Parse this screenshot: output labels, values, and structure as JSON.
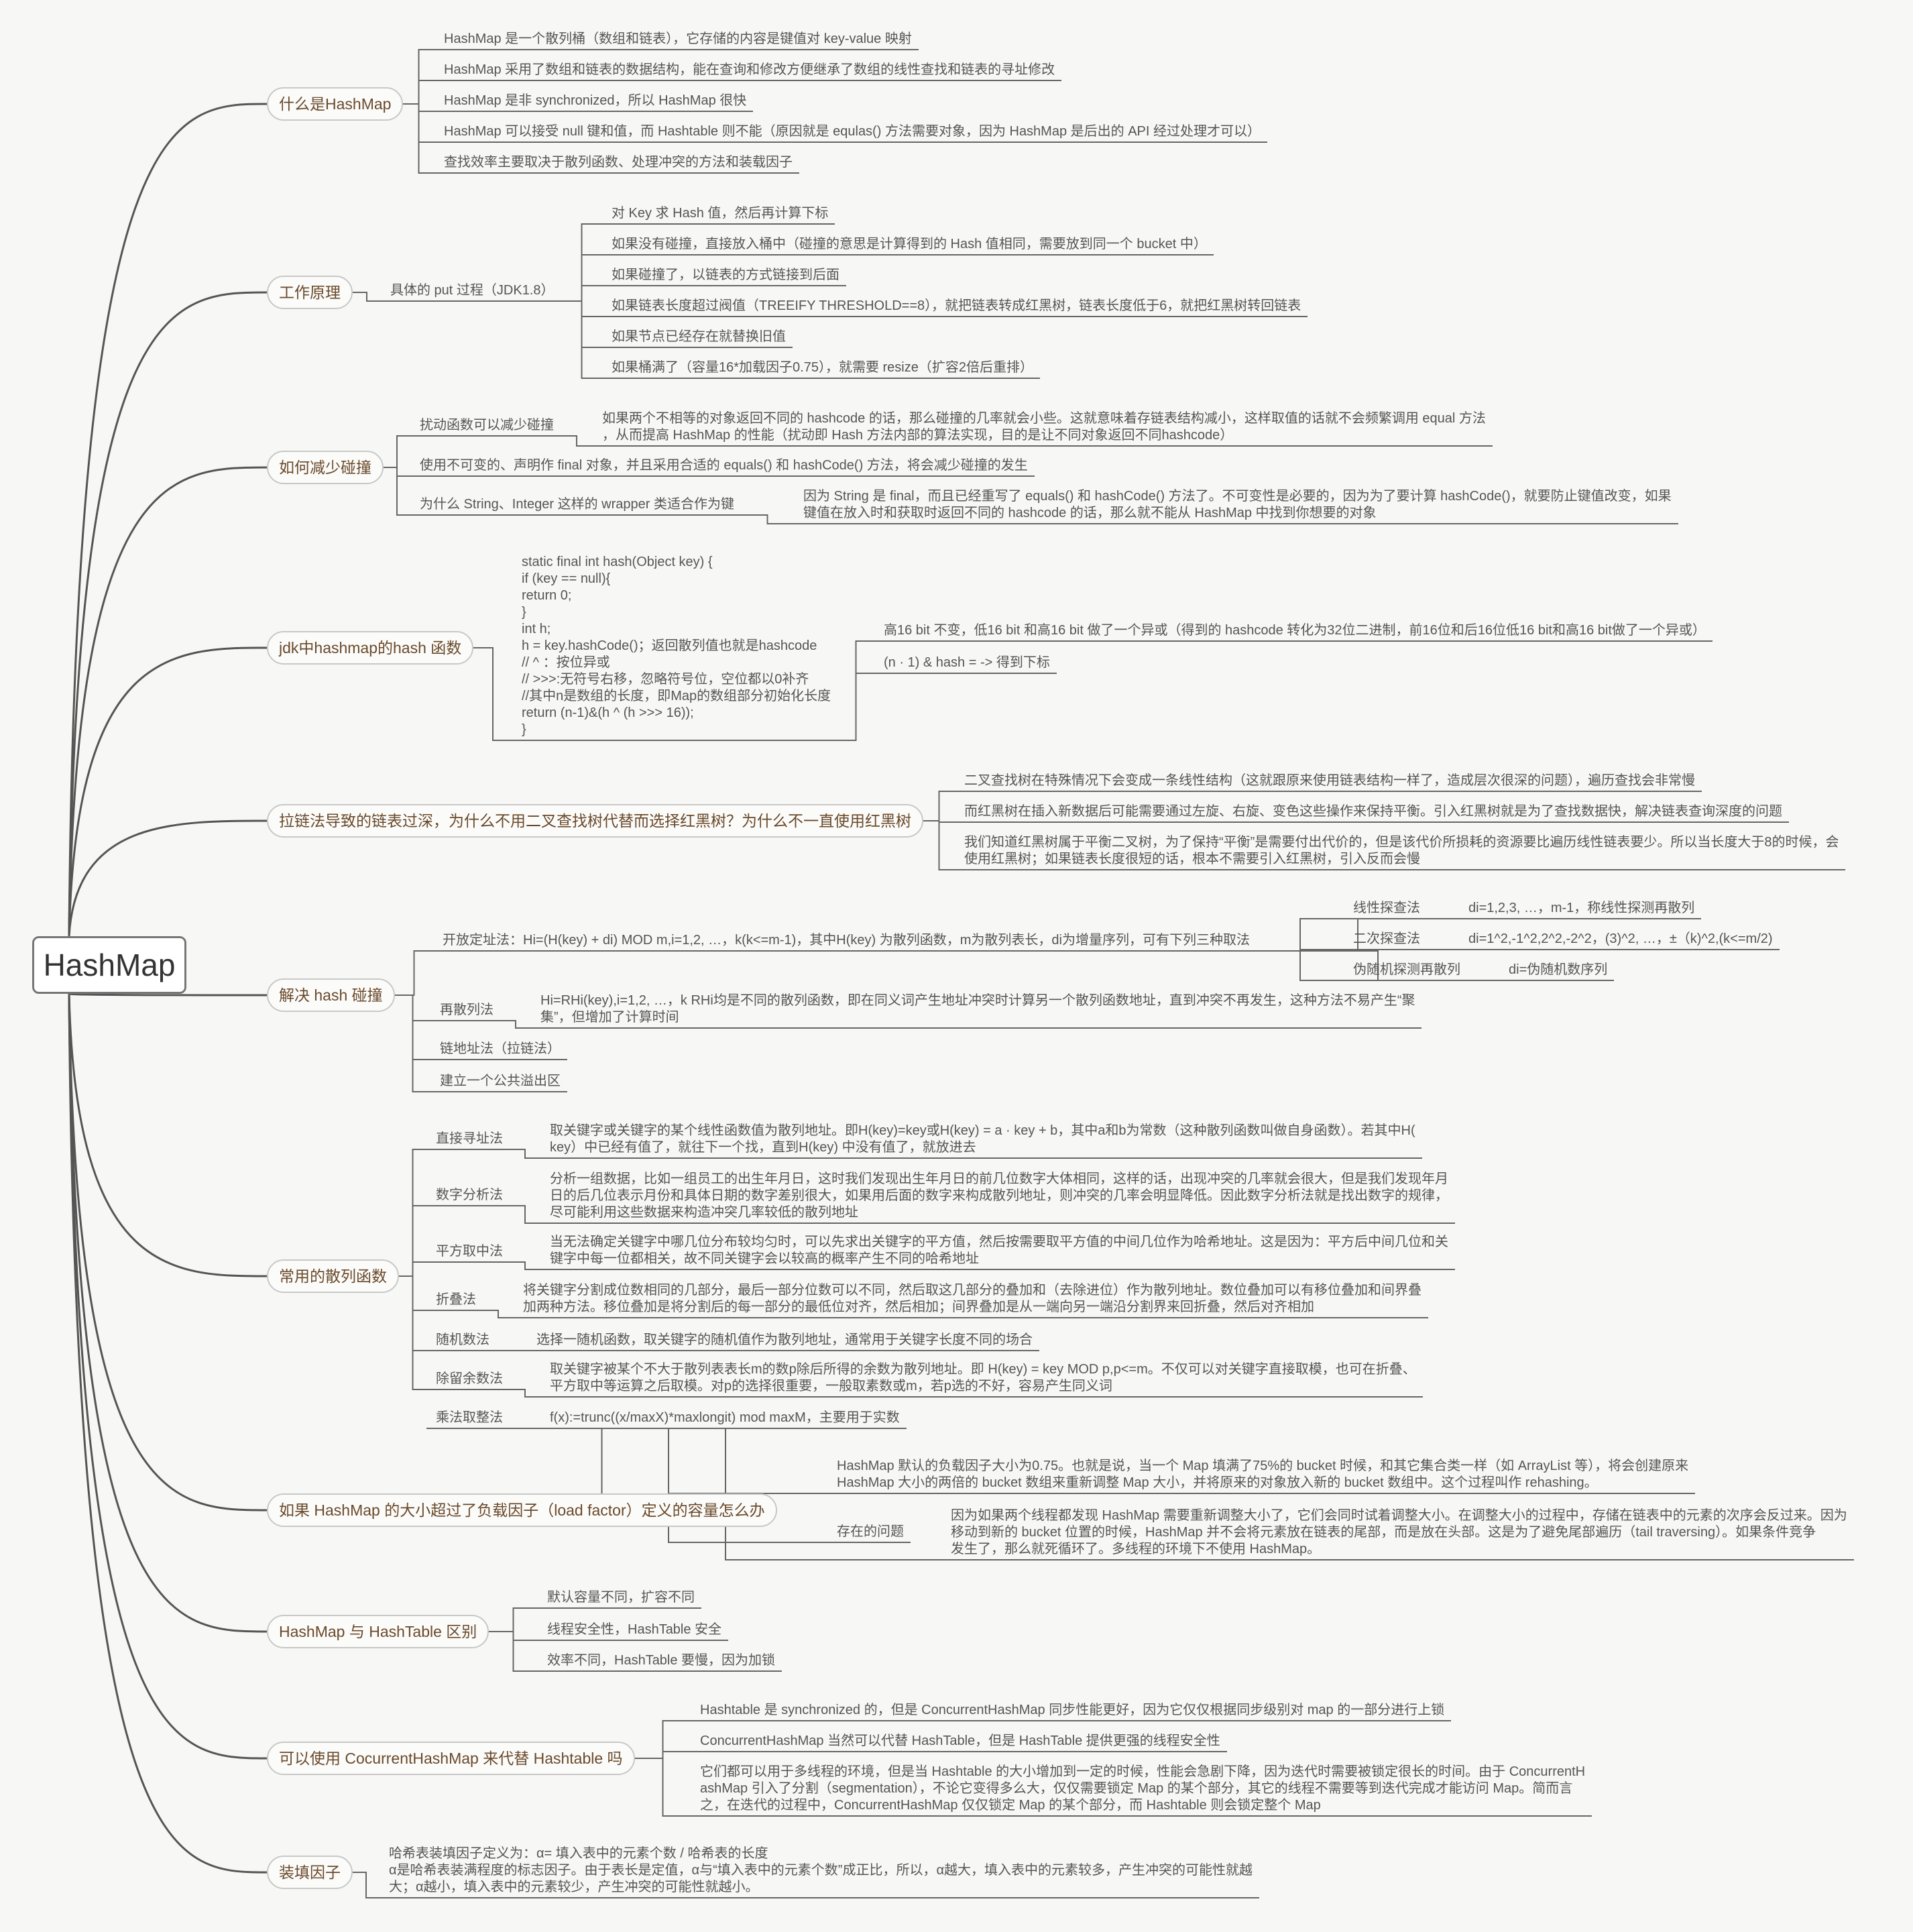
{
  "root": "HashMap",
  "branches": [
    {
      "label": "什么是HashMap",
      "children": [
        "HashMap 是一个散列桶（数组和链表），它存储的内容是键值对 key-value 映射",
        "HashMap 采用了数组和链表的数据结构，能在查询和修改方便继承了数组的线性查找和链表的寻址修改",
        "HashMap 是非 synchronized，所以 HashMap 很快",
        "HashMap 可以接受 null 键和值，而 Hashtable 则不能（原因就是 equlas() 方法需要对象，因为 HashMap 是后出的 API 经过处理才可以）",
        "查找效率主要取决于散列函数、处理冲突的方法和装载因子"
      ]
    },
    {
      "label": "工作原理",
      "sub": "具体的 put 过程（JDK1.8）",
      "children": [
        "对 Key 求 Hash 值，然后再计算下标",
        "如果没有碰撞，直接放入桶中（碰撞的意思是计算得到的 Hash 值相同，需要放到同一个 bucket 中）",
        "如果碰撞了，以链表的方式链接到后面",
        "如果链表长度超过阀值（TREEIFY THRESHOLD==8），就把链表转成红黑树，链表长度低于6，就把红黑树转回链表",
        "如果节点已经存在就替换旧值",
        "如果桶满了（容量16*加载因子0.75），就需要 resize（扩容2倍后重排）"
      ]
    },
    {
      "label": "如何减少碰撞",
      "children": [
        {
          "text": "扰动函数可以减少碰撞",
          "detail": "如果两个不相等的对象返回不同的 hashcode 的话，那么碰撞的几率就会小些。这就意味着存链表结构减小，这样取值的话就不会频繁调用 equal 方法\n，从而提高 HashMap 的性能（扰动即 Hash 方法内部的算法实现，目的是让不同对象返回不同hashcode）"
        },
        {
          "text": "使用不可变的、声明作 final 对象，并且采用合适的 equals() 和 hashCode() 方法，将会减少碰撞的发生"
        },
        {
          "text": "为什么 String、Integer 这样的 wrapper 类适合作为键",
          "detail": "因为 String 是 final，而且已经重写了 equals() 和 hashCode() 方法了。不可变性是必要的，因为为了要计算 hashCode()，就要防止键值改变，如果\n键值在放入时和获取时返回不同的 hashcode 的话，那么就不能从 HashMap 中找到你想要的对象"
        }
      ]
    },
    {
      "label": "jdk中hashmap的hash 函数",
      "code": "static final int hash(Object key) {\nif (key == null){\nreturn 0;\n}\nint h;\nh = key.hashCode()；返回散列值也就是hashcode\n// ^ ：按位异或\n// >>>:无符号右移，忽略符号位，空位都以0补齐\n//其中n是数组的长度，即Map的数组部分初始化长度\nreturn (n-1)&(h ^ (h >>> 16));\n}",
      "children": [
        "高16 bit 不变，低16 bit 和高16 bit 做了一个异或（得到的 hashcode 转化为32位二进制，前16位和后16位低16 bit和高16 bit做了一个异或）",
        "(n · 1) & hash = -> 得到下标"
      ]
    },
    {
      "label": "拉链法导致的链表过深，为什么不用二叉查找树代替而选择红黑树？为什么不一直使用红黑树",
      "children": [
        "二叉查找树在特殊情况下会变成一条线性结构（这就跟原来使用链表结构一样了，造成层次很深的问题），遍历查找会非常慢",
        "而红黑树在插入新数据后可能需要通过左旋、右旋、变色这些操作来保持平衡。引入红黑树就是为了查找数据快，解决链表查询深度的问题",
        "我们知道红黑树属于平衡二叉树，为了保持“平衡”是需要付出代价的，但是该代价所损耗的资源要比遍历线性链表要少。所以当长度大于8的时候，会\n使用红黑树；如果链表长度很短的话，根本不需要引入红黑树，引入反而会慢"
      ]
    },
    {
      "label": "解决 hash 碰撞",
      "open": {
        "text": "开放定址法：Hi=(H(key) + di) MOD m,i=1,2, …，k(k<=m-1)，其中H(key) 为散列函数，m为散列表长，di为增量序列，可有下列三种取法",
        "items": [
          [
            "线性探查法",
            "di=1,2,3, …，m-1，称线性探测再散列"
          ],
          [
            "二次探查法",
            "di=1^2,-1^2,2^2,-2^2，(3)^2, …，±（k)^2,(k<=m/2)"
          ],
          [
            "伪随机探测再散列",
            "di=伪随机数序列"
          ]
        ]
      },
      "rehash": {
        "text": "再散列法",
        "detail": "Hi=RHi(key),i=1,2, …，k RHi均是不同的散列函数，即在同义词产生地址冲突时计算另一个散列函数地址，直到冲突不再发生，这种方法不易产生“聚\n集”，但增加了计算时间"
      },
      "others": [
        "链地址法（拉链法）",
        "建立一个公共溢出区"
      ]
    },
    {
      "label": "常用的散列函数",
      "children": [
        [
          "直接寻址法",
          "取关键字或关键字的某个线性函数值为散列地址。即H(key)=key或H(key) = a · key + b，其中a和b为常数（这种散列函数叫做自身函数）。若其中H(\nkey）中已经有值了，就往下一个找，直到H(key) 中没有值了，就放进去"
        ],
        [
          "数字分析法",
          "分析一组数据，比如一组员工的出生年月日，这时我们发现出生年月日的前几位数字大体相同，这样的话，出现冲突的几率就会很大，但是我们发现年月\n日的后几位表示月份和具体日期的数字差别很大，如果用后面的数字来构成散列地址，则冲突的几率会明显降低。因此数字分析法就是找出数字的规律，\n尽可能利用这些数据来构造冲突几率较低的散列地址"
        ],
        [
          "平方取中法",
          "当无法确定关键字中哪几位分布较均匀时，可以先求出关键字的平方值，然后按需要取平方值的中间几位作为哈希地址。这是因为：平方后中间几位和关\n键字中每一位都相关，故不同关键字会以较高的概率产生不同的哈希地址"
        ],
        [
          "折叠法",
          "将关键字分割成位数相同的几部分，最后一部分位数可以不同，然后取这几部分的叠加和（去除进位）作为散列地址。数位叠加可以有移位叠加和间界叠\n加两种方法。移位叠加是将分割后的每一部分的最低位对齐，然后相加；间界叠加是从一端向另一端沿分割界来回折叠，然后对齐相加"
        ],
        [
          "随机数法",
          "选择一随机函数，取关键字的随机值作为散列地址，通常用于关键字长度不同的场合"
        ],
        [
          "除留余数法",
          "取关键字被某个不大于散列表表长m的数p除后所得的余数为散列地址。即 H(key) = key MOD p,p<=m。不仅可以对关键字直接取模，也可在折叠、\n平方取中等运算之后取模。对p的选择很重要，一般取素数或m，若p选的不好，容易产生同义词"
        ],
        [
          "乘法取整法",
          "f(x):=trunc((x/maxX)*maxlongit) mod maxM，主要用于实数"
        ]
      ]
    },
    {
      "label": "如果 HashMap 的大小超过了负载因子（load factor）定义的容量怎么办",
      "children": [
        {
          "text": "HashMap 默认的负载因子大小为0.75。也就是说，当一个 Map 填满了75%的 bucket 时候，和其它集合类一样（如 ArrayList 等），将会创建原来\nHashMap 大小的两倍的 bucket 数组来重新调整 Map 大小，并将原来的对象放入新的 bucket 数组中。这个过程叫作 rehashing。"
        },
        {
          "text": "存在的问题",
          "detail": "因为如果两个线程都发现 HashMap 需要重新调整大小了，它们会同时试着调整大小。在调整大小的过程中，存储在链表中的元素的次序会反过来。因为\n移动到新的 bucket 位置的时候，HashMap 并不会将元素放在链表的尾部，而是放在头部。这是为了避免尾部遍历（tail traversing）。如果条件竞争\n发生了，那么就死循环了。多线程的环境下不使用 HashMap。"
        }
      ]
    },
    {
      "label": "HashMap 与 HashTable 区别",
      "children": [
        "默认容量不同，扩容不同",
        "线程安全性，HashTable 安全",
        "效率不同，HashTable 要慢，因为加锁"
      ]
    },
    {
      "label": "可以使用 CocurrentHashMap 来代替 Hashtable 吗",
      "children": [
        "Hashtable 是 synchronized 的，但是 ConcurrentHashMap 同步性能更好，因为它仅仅根据同步级别对 map 的一部分进行上锁",
        "ConcurrentHashMap 当然可以代替 HashTable，但是 HashTable 提供更强的线程安全性",
        "它们都可以用于多线程的环境，但是当 Hashtable 的大小增加到一定的时候，性能会急剧下降，因为迭代时需要被锁定很长的时间。由于 ConcurrentH\nashMap 引入了分割（segmentation），不论它变得多么大，仅仅需要锁定 Map 的某个部分，其它的线程不需要等到迭代完成才能访问 Map。简而言\n之，在迭代的过程中，ConcurrentHashMap 仅仅锁定 Map 的某个部分，而 Hashtable 则会锁定整个 Map"
      ]
    },
    {
      "label": "装填因子",
      "children": [
        "哈希表装填因子定义为：α= 填入表中的元素个数 / 哈希表的长度\nα是哈希表装满程度的标志因子。由于表长是定值，α与“填入表中的元素个数”成正比，所以，α越大，填入表中的元素较多，产生冲突的可能性就越\n大；α越小，填入表中的元素较少，产生冲突的可能性就越小。"
      ]
    }
  ]
}
